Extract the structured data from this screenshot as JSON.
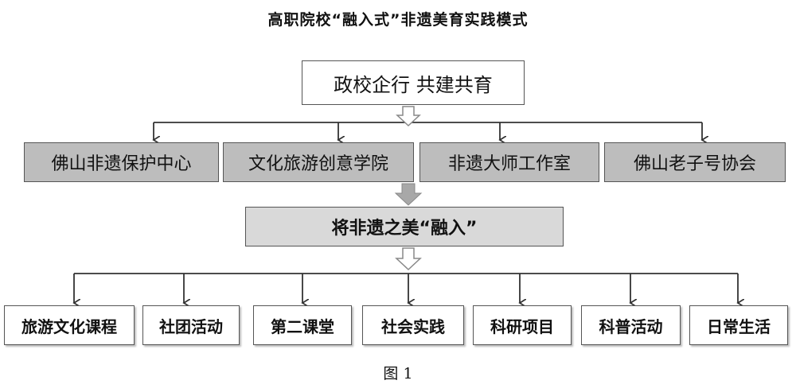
{
  "title": "高职院校“融入式”非遗美育实践模式",
  "top_node": "政校企行  共建共育",
  "institutions": [
    "佛山非遗保护中心",
    "文化旅游创意学院",
    "非遗大师工作室",
    "佛山老子号协会"
  ],
  "middle_node": "将非遗之美“融入”",
  "activities": [
    "旅游文化课程",
    "社团活动",
    "第二课堂",
    "社会实践",
    "科研项目",
    "科普活动",
    "日常生活"
  ],
  "caption": "图 1",
  "colors": {
    "institution_fill": "#bdbdbd",
    "middle_fill": "#d9d9d9",
    "line": "#333333"
  }
}
